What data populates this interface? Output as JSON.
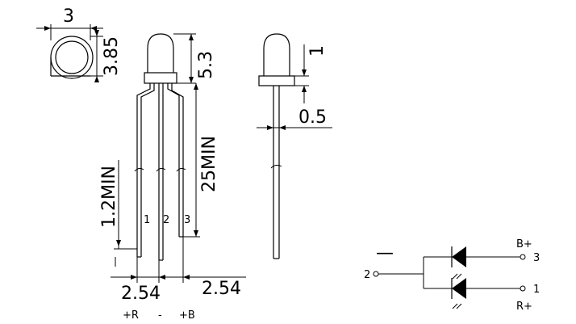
{
  "top_view": {
    "width_label": "3",
    "height_label": "3.85"
  },
  "front_view": {
    "dome_height_label": "5.3",
    "lead_length_label": "25MIN",
    "flange_label": "1.2MIN",
    "pin_numbers": [
      "1",
      "2",
      "3"
    ],
    "pitch_left_label": "2.54",
    "pitch_right_label": "2.54",
    "pin_function_labels": [
      "+R",
      "-",
      "+B"
    ]
  },
  "side_view": {
    "flange_thickness_label": "1",
    "lead_width_label": "0.5"
  },
  "schematic": {
    "common_pin_label": "2",
    "common_bar_label": "—",
    "top_pin_number": "3",
    "top_pin_name": "B+",
    "bottom_pin_number": "1",
    "bottom_pin_name": "R+"
  }
}
